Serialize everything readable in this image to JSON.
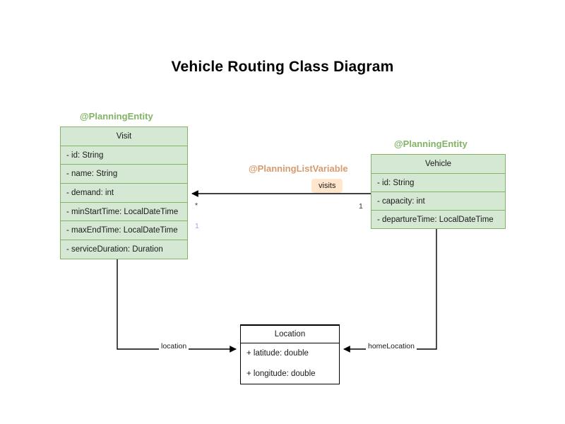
{
  "diagram": {
    "title": "Vehicle Routing Class Diagram",
    "type": "uml-class-diagram",
    "colors": {
      "entity_fill": "#d5e8d4",
      "entity_border": "#82b366",
      "entity_annotation": "#82b366",
      "list_variable_annotation": "#d79b70",
      "badge_fill": "#ffe6cc",
      "plain_fill": "#ffffff",
      "plain_border": "#000000",
      "edge": "#000000",
      "multiplicity_lilac": "#b39ddb"
    }
  },
  "classes": [
    {
      "id": "visit",
      "name": "Visit",
      "annotation": "@PlanningEntity",
      "attributes": [
        "- id: String",
        "- name: String",
        "- demand: int",
        "- minStartTime: LocalDateTime",
        "- maxEndTime: LocalDateTime",
        "- serviceDuration: Duration"
      ]
    },
    {
      "id": "vehicle",
      "name": "Vehicle",
      "annotation": "@PlanningEntity",
      "attributes": [
        "- id: String",
        "- capacity: int",
        "- departureTime: LocalDateTime"
      ]
    },
    {
      "id": "location",
      "name": "Location",
      "annotation": "",
      "attributes": [
        "+ latitude: double",
        "+ longitude: double"
      ]
    }
  ],
  "relationships": [
    {
      "id": "visits",
      "from": "vehicle",
      "to": "visit",
      "label": "visits",
      "annotation": "@PlanningListVariable",
      "source_multiplicity": "1",
      "target_multiplicity": "*",
      "extra_multiplicity": "1"
    },
    {
      "id": "visit-location",
      "from": "visit",
      "to": "location",
      "label": "location"
    },
    {
      "id": "vehicle-homelocation",
      "from": "vehicle",
      "to": "location",
      "label": "homeLocation"
    }
  ]
}
